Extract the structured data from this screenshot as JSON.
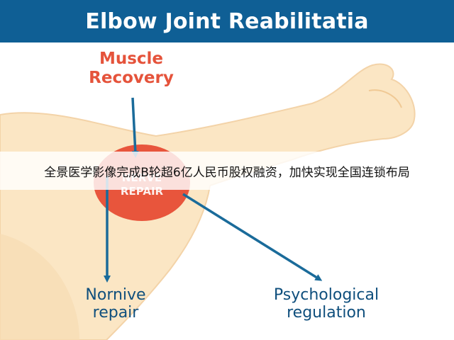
{
  "header": {
    "title": "Elbow Joint Reabilitatia"
  },
  "diagram": {
    "top_node": "Muscle\nRecovery",
    "center_node": "NERVE\nREPAIR",
    "bottom_left_node": "Nornive\nrepair",
    "bottom_right_node": "Psychological\nregulation"
  },
  "banner": {
    "text": "全景医学影像完成B轮超6亿人民币股权融资，加快实现全国连锁布局"
  },
  "colors": {
    "header_bg": "#0f5f95",
    "accent_red": "#e5533b",
    "arrow_blue": "#1a6b9a",
    "arm_skin": "#fbe6c4"
  }
}
